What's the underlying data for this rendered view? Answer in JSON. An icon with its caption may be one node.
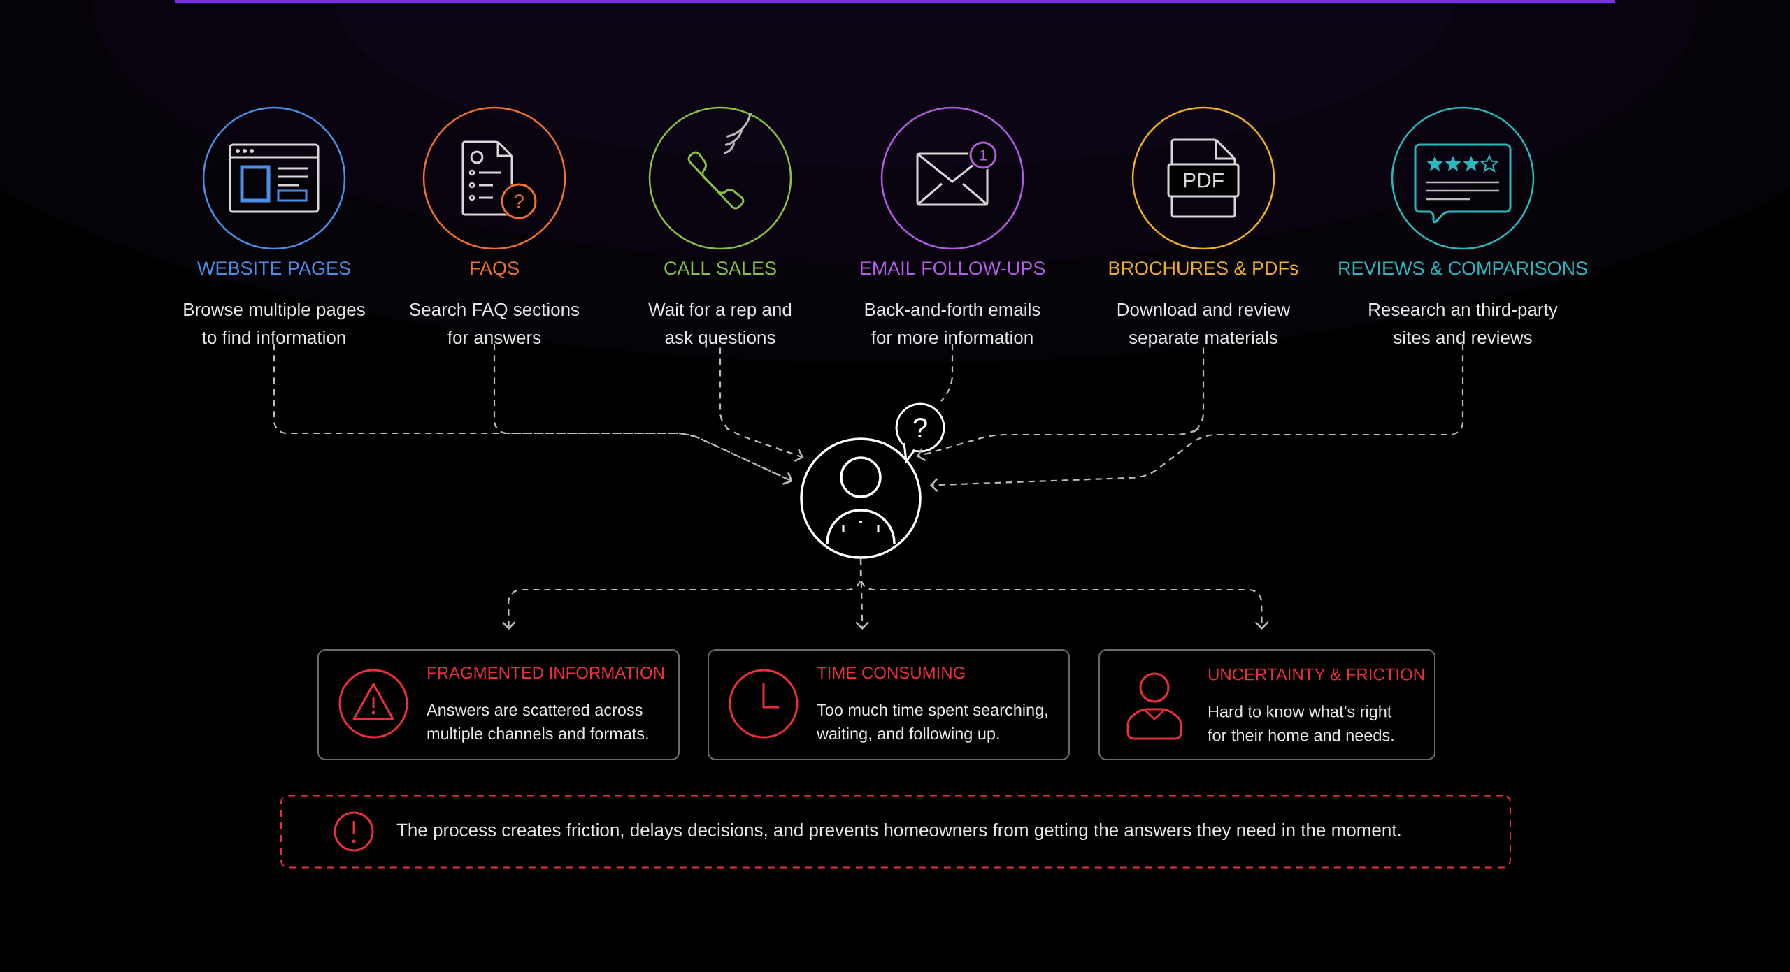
{
  "diagram": {
    "nodes": [
      {
        "text": [
          "WEBSITE PAGES",
          "Browse multiple pages to find information"
        ]
      },
      {
        "text": [
          "FAQS",
          "Search FAQ sections for answers"
        ]
      },
      {
        "text": [
          "CALL SALES",
          "Wait for a rep and ask questions"
        ]
      },
      {
        "text": [
          "EMAIL FOLLOW-UPS",
          "Back-and-forth emails for more information"
        ]
      },
      {
        "text": [
          "BROCHURES & PDFs",
          "Download and review separate materials"
        ]
      },
      {
        "text": [
          "REVIEWS & COMPARISONS",
          "Research an third-party sites and reviews"
        ]
      },
      {
        "text": [],
        "shape": "person"
      },
      {
        "text": [
          "FRAGMENTED INFORMATION",
          "Answers are scattered across multiple channels and formats."
        ]
      },
      {
        "text": [
          "TIME CONSUMING",
          "Too much time spent searching, waiting, and following up."
        ]
      },
      {
        "text": [
          "UNCERTAINTY & FRICTION",
          "Hard to know what’s right for their home and needs."
        ]
      },
      {
        "text": [
          "The process creates friction, delays decisions, and prevents homeowners from getting the answers they need in the moment."
        ]
      }
    ],
    "edges": [
      {
        "from": 0,
        "to": 6,
        "arrow": "to",
        "style": "dashed"
      },
      {
        "from": 1,
        "to": 6,
        "arrow": "to",
        "style": "dashed"
      },
      {
        "from": 2,
        "to": 6,
        "arrow": "to",
        "style": "dashed"
      },
      {
        "from": 3,
        "to": 6,
        "arrow": "none",
        "style": "dashed"
      },
      {
        "from": 4,
        "to": 6,
        "arrow": "to",
        "style": "dashed"
      },
      {
        "from": 5,
        "to": 6,
        "arrow": "to",
        "style": "dashed"
      },
      {
        "from": 6,
        "to": 7,
        "arrow": "to",
        "style": "dashed"
      },
      {
        "from": 6,
        "to": 8,
        "arrow": "to",
        "style": "dashed"
      },
      {
        "from": 6,
        "to": 9,
        "arrow": "to",
        "style": "dashed"
      }
    ],
    "labels": [
      "?",
      "1",
      "PDF",
      "?"
    ]
  }
}
